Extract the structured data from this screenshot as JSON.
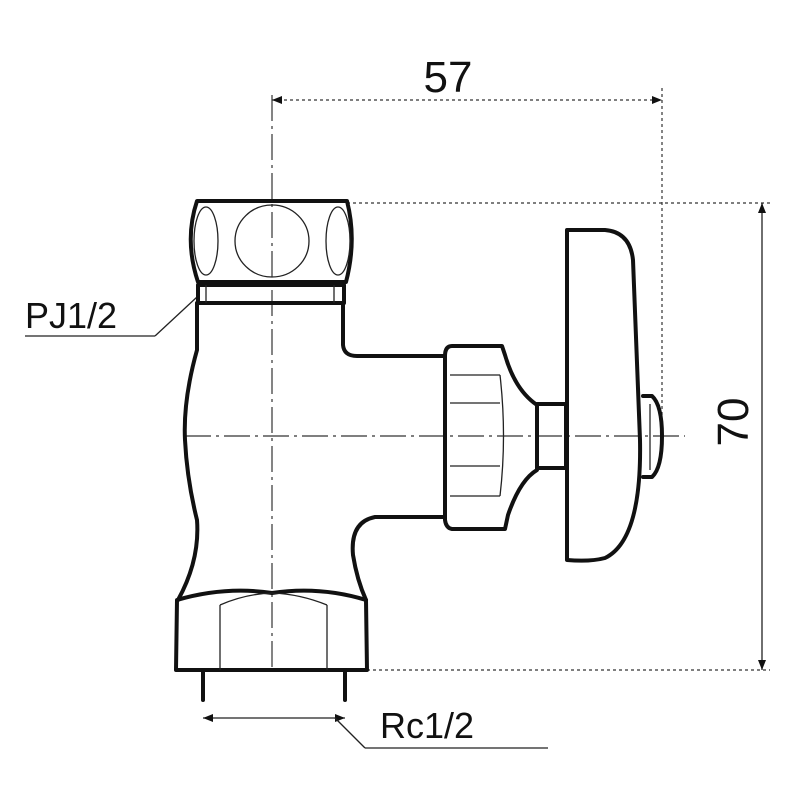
{
  "dimensions": {
    "width": "57",
    "height": "70",
    "top_thread": "PJ1/2",
    "bottom_thread": "Rc1/2"
  },
  "colors": {
    "line": "#111111",
    "background": "#ffffff"
  }
}
